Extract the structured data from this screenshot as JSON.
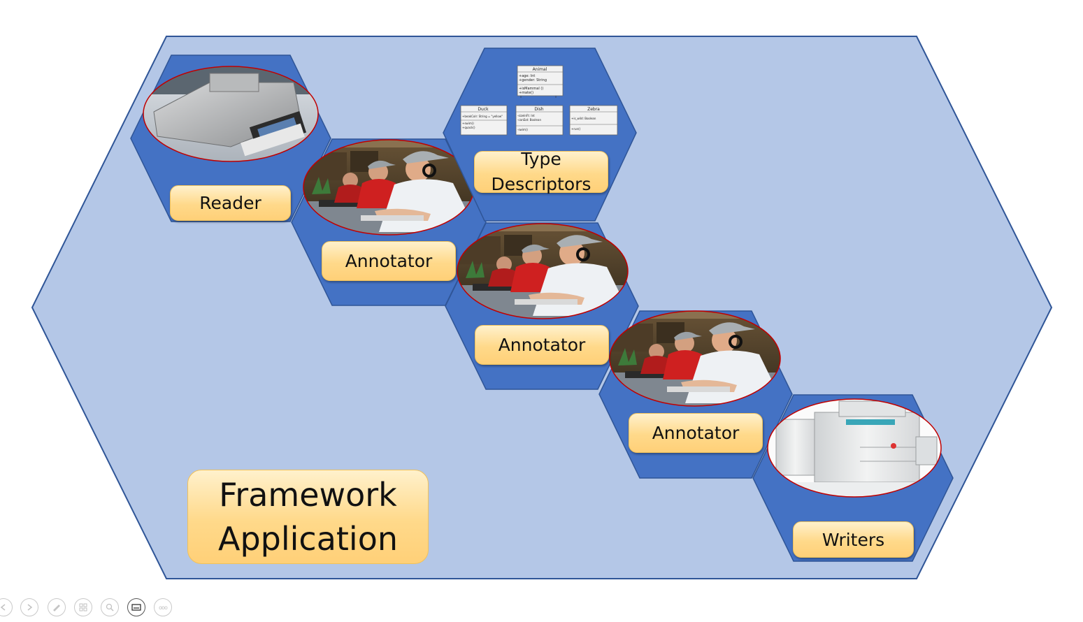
{
  "diagram": {
    "framework_label_line1": "Framework",
    "framework_label_line2": "Application",
    "components": [
      {
        "id": "reader",
        "label": "Reader",
        "image": "card-reader-machine"
      },
      {
        "id": "annotator-1",
        "label": "Annotator",
        "image": "people-at-computers"
      },
      {
        "id": "type-descriptors",
        "label_line1": "Type",
        "label_line2": "Descriptors",
        "image": "uml-class-diagram"
      },
      {
        "id": "annotator-2",
        "label": "Annotator",
        "image": "people-at-computers"
      },
      {
        "id": "annotator-3",
        "label": "Annotator",
        "image": "people-at-computers"
      },
      {
        "id": "writers",
        "label": "Writers",
        "image": "printer-copier-machine"
      }
    ],
    "uml": {
      "top_class": {
        "name": "Animal",
        "attrs": [
          "+age: Int",
          "+gender: String"
        ],
        "methods": [
          "+isMammal ()",
          "+mate()"
        ]
      },
      "children": [
        {
          "name": "Duck",
          "attrs": [
            "+beakColr: String = \"yellow\""
          ],
          "methods": [
            "+swim()",
            "+quack()"
          ]
        },
        {
          "name": "Dish",
          "attrs": [
            "-sizeInFt: Int",
            "-canEat: Boolean"
          ],
          "methods": [
            "-swim()"
          ]
        },
        {
          "name": "Zebra",
          "attrs": [
            "+is_wild: Boolean"
          ],
          "methods": [
            "+run()"
          ]
        }
      ]
    },
    "colors": {
      "outer_fill": "#b4c7e7",
      "outer_stroke": "#2f5597",
      "hex_fill": "#4472c4",
      "image_border": "#c00000",
      "label_fill": "#ffd98a",
      "label_border": "#f1c15a"
    }
  },
  "toolbar": {
    "buttons": [
      "previous-icon",
      "next-icon",
      "pen-icon",
      "grid-icon",
      "zoom-icon",
      "subtitles-icon",
      "more-icon"
    ],
    "more_glyph": "ooo"
  }
}
